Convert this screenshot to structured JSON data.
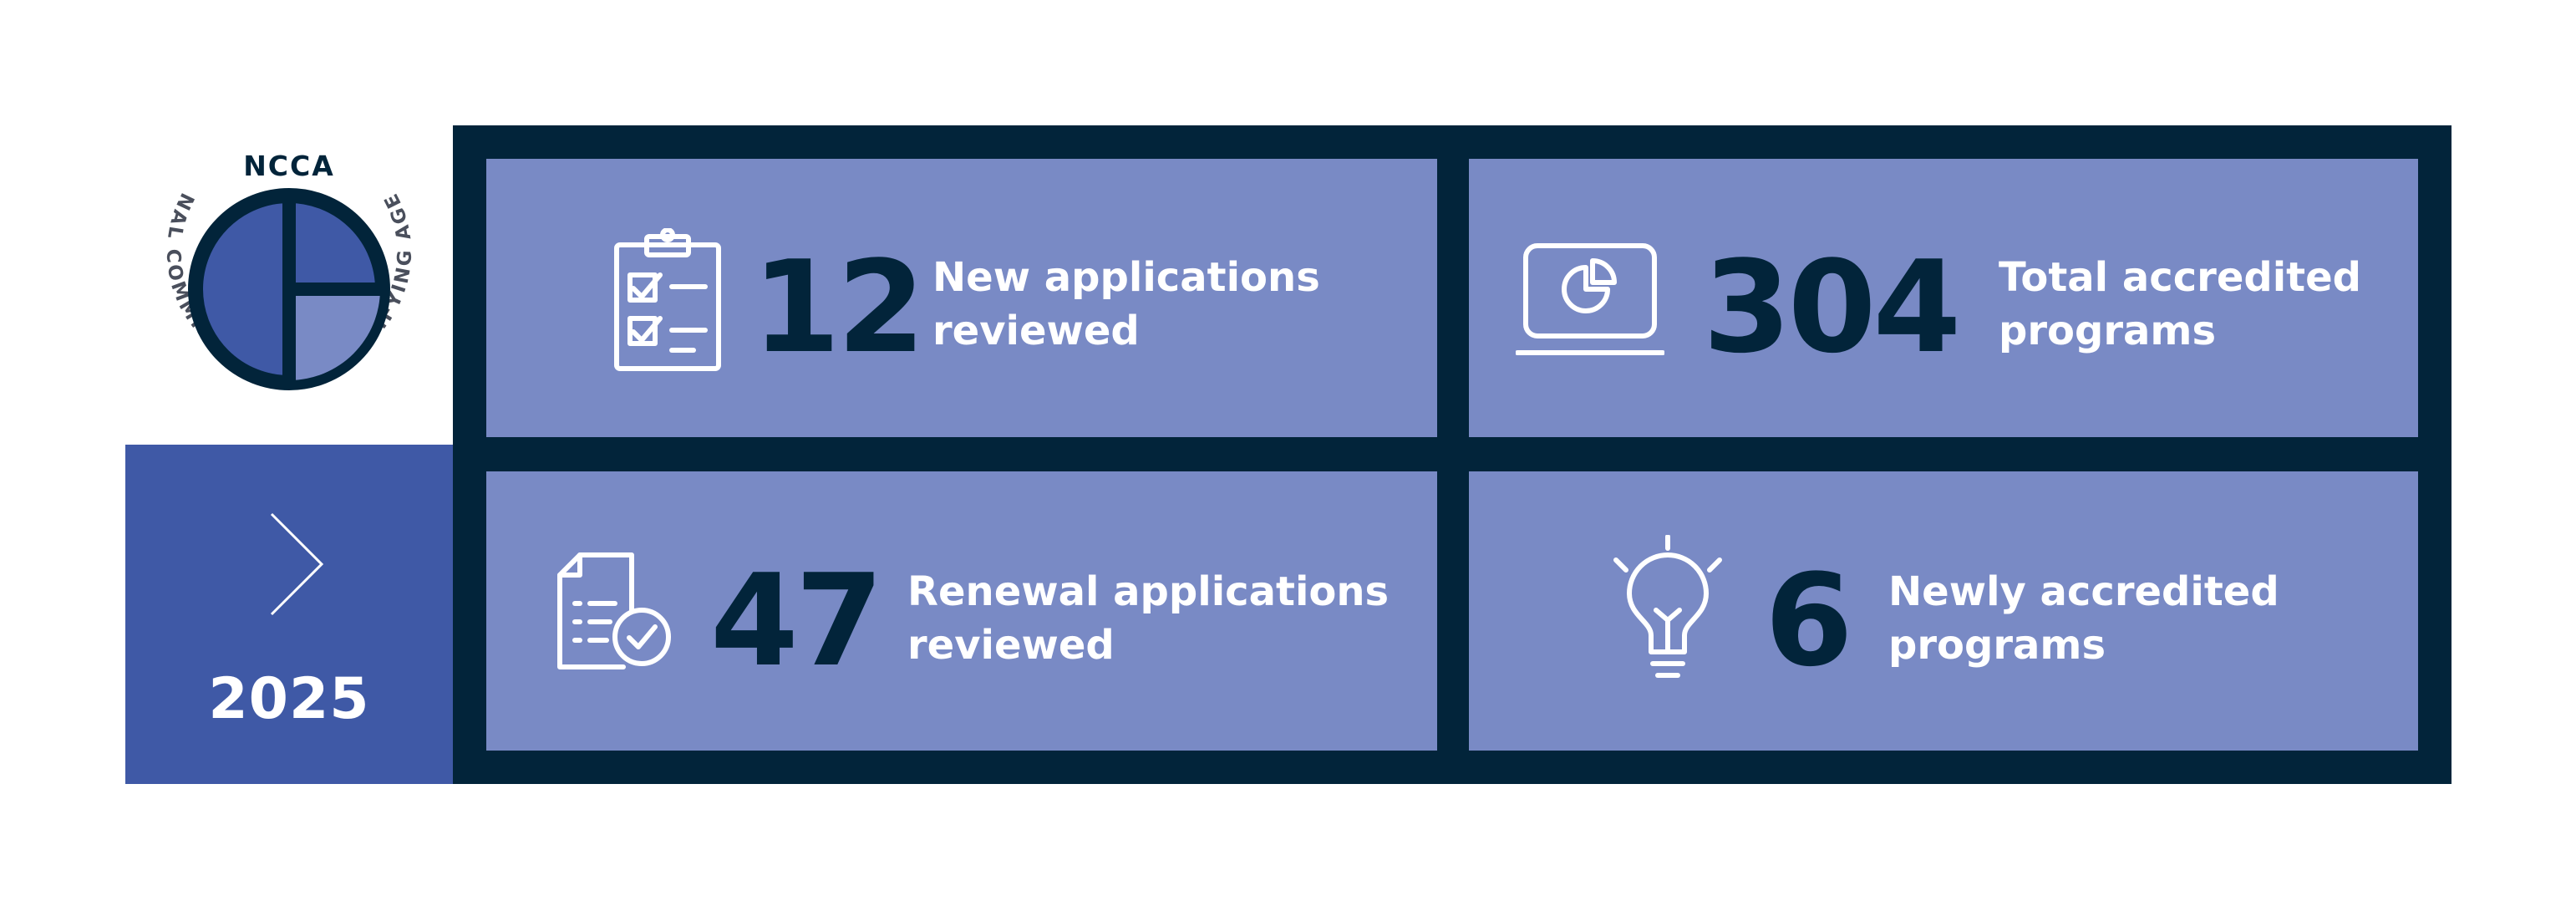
{
  "logo": {
    "acronym": "NCCA",
    "name": "NATIONAL COMMISSION FOR CERTIFYING AGENCIES"
  },
  "year": "2025",
  "colors": {
    "navy": "#02243a",
    "periwinkle": "#798ac5",
    "royal_blue": "#3f59a6",
    "white": "#ffffff"
  },
  "stats": [
    {
      "icon": "clipboard-checklist-icon",
      "value": "12",
      "label_line1": "New applications",
      "label_line2": "reviewed"
    },
    {
      "icon": "laptop-pie-chart-icon",
      "value": "304",
      "label_line1": "Total accredited",
      "label_line2": "programs"
    },
    {
      "icon": "document-check-icon",
      "value": "47",
      "label_line1": "Renewal applications",
      "label_line2": "reviewed"
    },
    {
      "icon": "lightbulb-icon",
      "value": "6",
      "label_line1": "Newly accredited",
      "label_line2": "programs"
    }
  ]
}
